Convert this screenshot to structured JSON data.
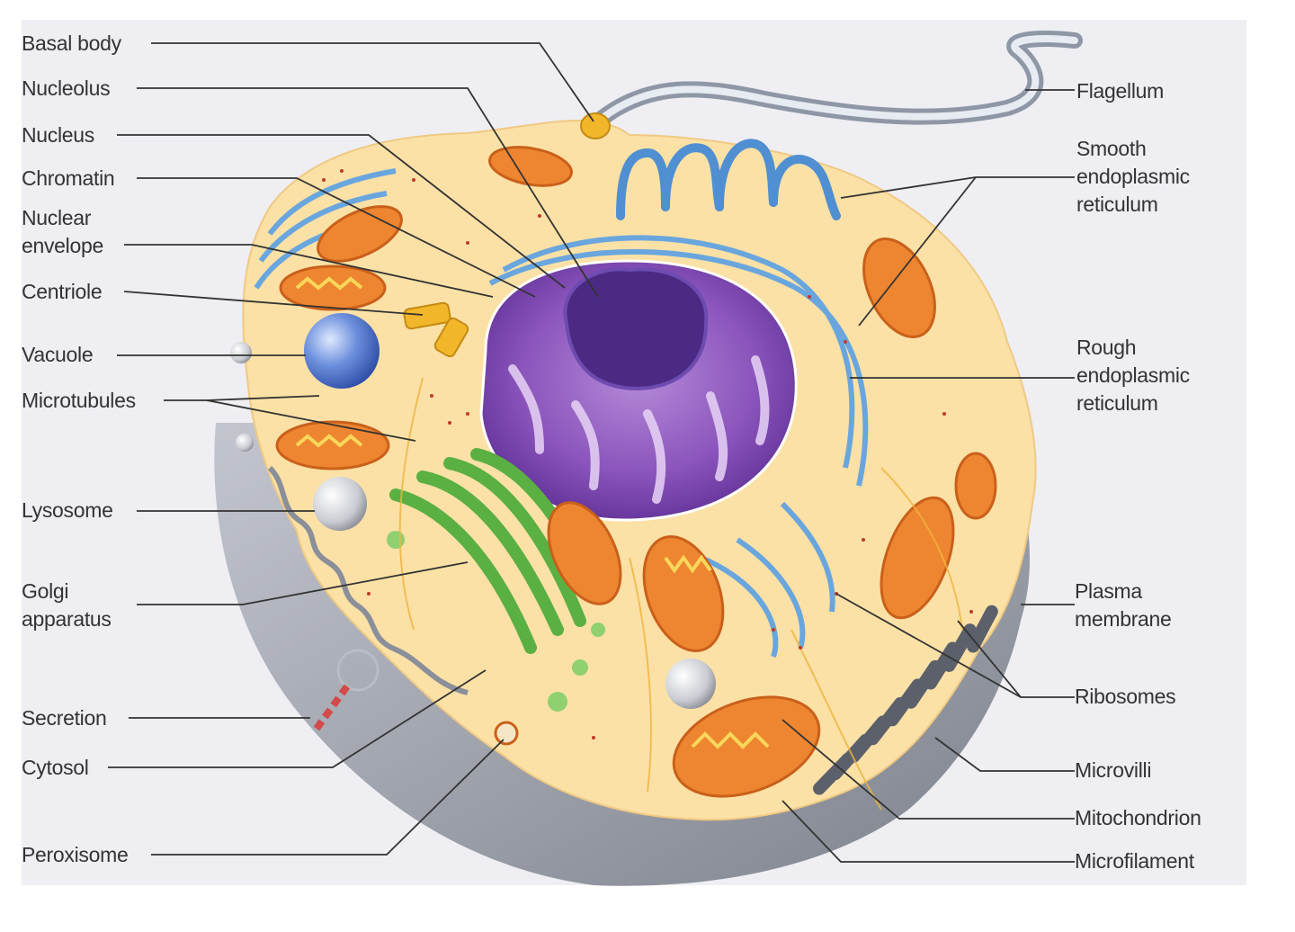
{
  "labels_left": {
    "basal_body": "Basal body",
    "nucleolus": "Nucleolus",
    "nucleus": "Nucleus",
    "chromatin": "Chromatin",
    "nuclear_envelope": [
      "Nuclear",
      "envelope"
    ],
    "centriole": "Centriole",
    "vacuole": "Vacuole",
    "microtubules": "Microtubules",
    "lysosome": "Lysosome",
    "golgi_apparatus": [
      "Golgi",
      "apparatus"
    ],
    "secretion": "Secretion",
    "cytosol": "Cytosol",
    "peroxisome": "Peroxisome"
  },
  "labels_right": {
    "flagellum": "Flagellum",
    "smooth_er": [
      "Smooth",
      "endoplasmic",
      "reticulum"
    ],
    "rough_er": [
      "Rough",
      "endoplasmic",
      "reticulum"
    ],
    "plasma_membrane": [
      "Plasma",
      "membrane"
    ],
    "ribosomes": "Ribosomes",
    "microvilli": "Microvilli",
    "mitochondrion": "Mitochondrion",
    "microfilament": "Microfilament"
  },
  "colors": {
    "background": "#eeeef3",
    "cytosol": "#fbe1a6",
    "membrane_gray": "#9fa3ad",
    "nucleus": "#8a52b8",
    "nucleolus": "#4b2a84",
    "mitochondrion": "#ee8530",
    "golgi": "#5bb043",
    "er_blue": "#5f9bd6",
    "ribosome": "#c0392b",
    "leader_line": "#333333"
  }
}
